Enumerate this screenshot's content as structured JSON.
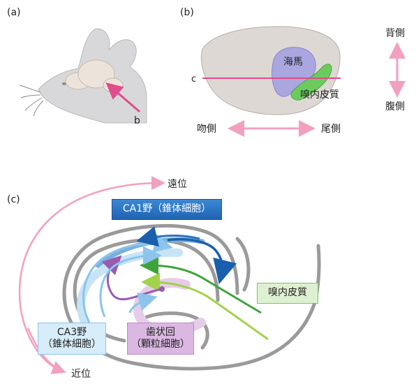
{
  "panel_a": {
    "label": "(a)",
    "arrow_label": "b"
  },
  "panel_b": {
    "label": "(b)",
    "hippocampus": "海馬",
    "entorhinal": "嗅内皮質",
    "section_line": "c",
    "dorsal": "背側",
    "ventral": "腹側",
    "rostral": "吻側",
    "caudal": "尾側"
  },
  "panel_c": {
    "label": "(c)",
    "distal": "遠位",
    "proximal": "近位",
    "ca1": "CA1野（錐体細胞）",
    "ca3_line1": "CA3野",
    "ca3_line2": "（錐体細胞）",
    "dg_line1": "歯状回",
    "dg_line2": "（顆粒細胞）",
    "entorhinal": "嗅内皮質"
  },
  "colors": {
    "pink": "#e85a9a",
    "pink_light": "#f2a0c0",
    "ca1_blue": "#2b73c4",
    "ca3_blue": "#a9d4f0",
    "dg_purple": "#b98cc8",
    "ec_green": "#5db84a",
    "gray_line": "#9a9a9a",
    "hippo_fill": "#a9a6e0",
    "brain_fill": "#ddd8d3"
  }
}
